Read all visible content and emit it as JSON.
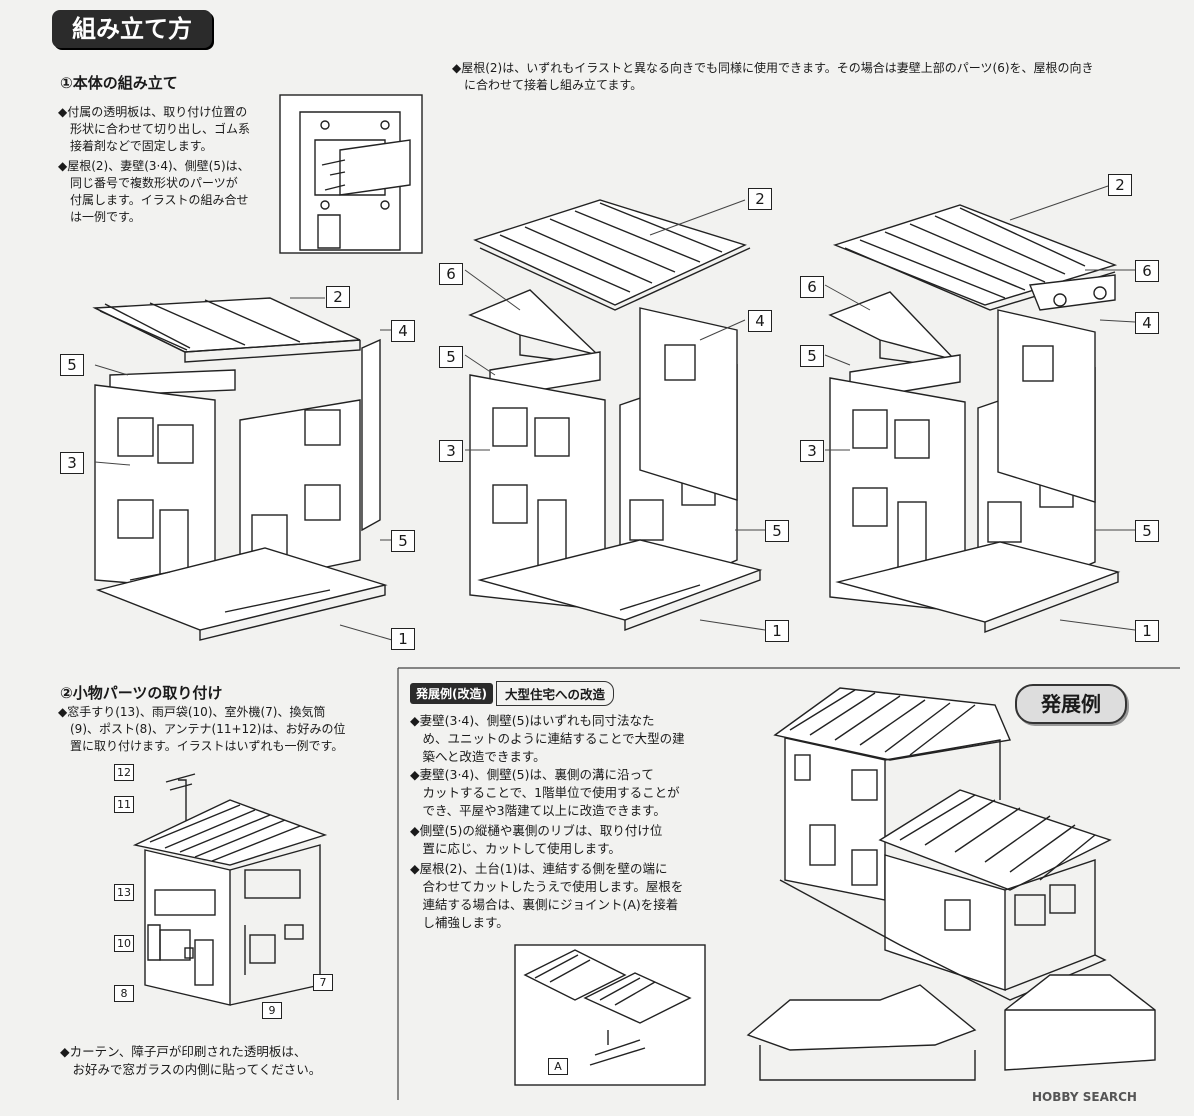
{
  "page": {
    "title": "組み立て方"
  },
  "section1": {
    "heading": "①本体の組み立て",
    "notes": [
      "◆付属の透明板は、取り付け位置の\n　形状に合わせて切り出し、ゴム系\n　接着剤などで固定します。",
      "◆屋根(2)、妻壁(3·4)、側壁(5)は、\n　同じ番号で複数形状のパーツが\n　付属します。イラストの組み合せ\n　は一例です。"
    ],
    "roof_note": "◆屋根(2)は、いずれもイラストと異なる向きでも同様に使用できます。その場合は妻壁上部のパーツ(6)を、屋根の向き\n　に合わせて接着し組み立てます。"
  },
  "section2": {
    "heading": "②小物パーツの取り付け",
    "note": "◆窓手すり(13)、雨戸袋(10)、室外機(7)、換気筒\n　(9)、ポスト(8)、アンテナ(11+12)は、お好みの位\n　置に取り付けます。イラストはいずれも一例です。",
    "footer_note": "◆カーテン、障子戸が印刷された透明板は、\n　お好みで窓ガラスの内側に貼ってください。"
  },
  "section3": {
    "tag": "発展例(改造)",
    "subtitle": "大型住宅への改造",
    "badge": "発展例",
    "bullets": [
      "◆妻壁(3·4)、側壁(5)はいずれも同寸法なた\n　め、ユニットのように連結することで大型の建\n　築へと改造できます。",
      "◆妻壁(3·4)、側壁(5)は、裏側の溝に沿って\n　カットすることで、1階単位で使用することが\n　でき、平屋や3階建て以上に改造できます。",
      "◆側壁(5)の縦樋や裏側のリブは、取り付け位\n　置に応じ、カットして使用します。",
      "◆屋根(2)、土台(1)は、連結する側を壁の端に\n　合わせてカットしたうえで使用します。屋根を\n　連結する場合は、裏側にジョイント(A)を接着\n　し補強します。"
    ]
  },
  "part_labels": {
    "d1": [
      "2",
      "4",
      "5",
      "3",
      "5",
      "1"
    ],
    "d2": [
      "2",
      "6",
      "4",
      "5",
      "3",
      "5",
      "1"
    ],
    "d3": [
      "2",
      "6",
      "6",
      "4",
      "5",
      "3",
      "5",
      "1"
    ],
    "small": [
      "12",
      "11",
      "13",
      "10",
      "8",
      "9",
      "7"
    ],
    "joint": "A"
  },
  "watermark": "HOBBY SEARCH"
}
